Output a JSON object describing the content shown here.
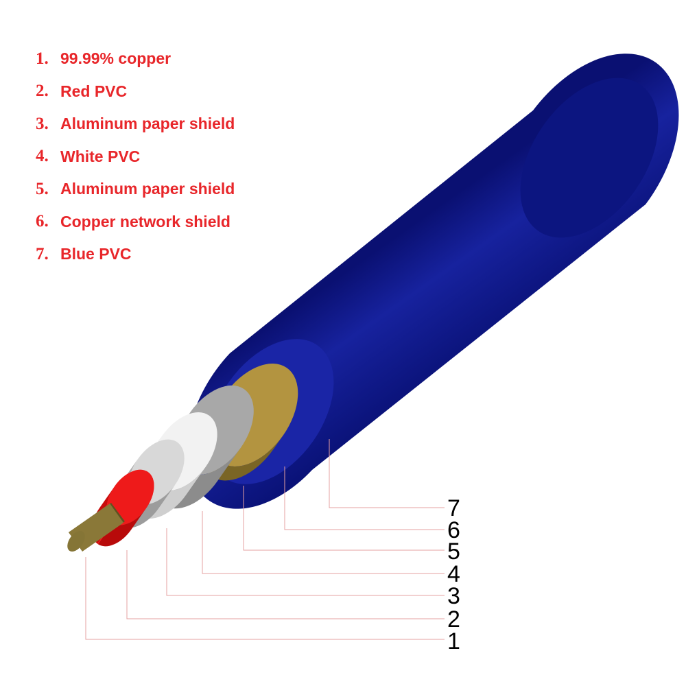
{
  "layers": [
    {
      "num": "1.",
      "label": "99.99% copper",
      "callout": "1",
      "color": "#857536"
    },
    {
      "num": "2.",
      "label": "Red PVC",
      "callout": "2",
      "color": "#f01818"
    },
    {
      "num": "3.",
      "label": "Aluminum paper shield",
      "callout": "3",
      "color": "#dcdcdc"
    },
    {
      "num": "4.",
      "label": "White PVC",
      "callout": "4",
      "color": "#ffffff"
    },
    {
      "num": "5.",
      "label": "Aluminum paper shield",
      "callout": "5",
      "color": "#b4b4b4"
    },
    {
      "num": "6.",
      "label": "Copper network shield",
      "callout": "6",
      "color": "#b59844"
    },
    {
      "num": "7.",
      "label": "Blue PVC",
      "callout": "7",
      "color": "#0f188f"
    }
  ],
  "colors": {
    "legend_text": "#e8262a",
    "leader_line": "#e6a0a0",
    "callout_number": "#000000"
  }
}
